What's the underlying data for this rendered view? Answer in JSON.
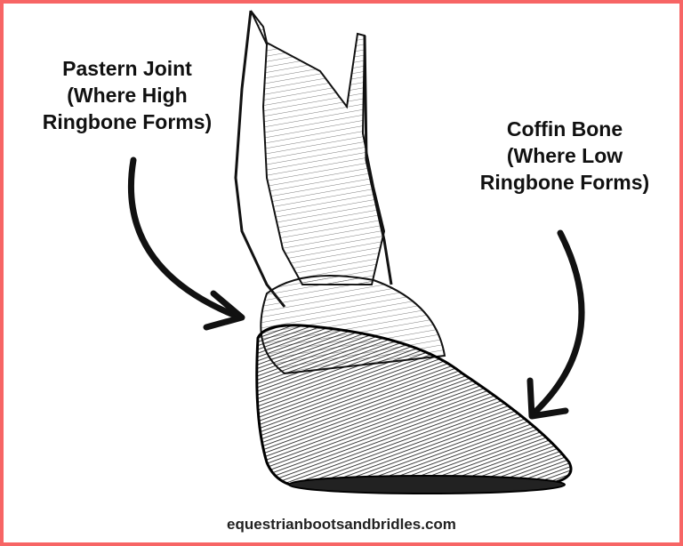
{
  "labels": {
    "left": [
      "Pastern Joint",
      "(Where High",
      "Ringbone Forms)"
    ],
    "right": [
      "Coffin Bone",
      "(Where Low",
      "Ringbone Forms)"
    ]
  },
  "footer": "equestrianbootsandbridles.com",
  "colors": {
    "border": "#f76565",
    "ink": "#111111"
  }
}
